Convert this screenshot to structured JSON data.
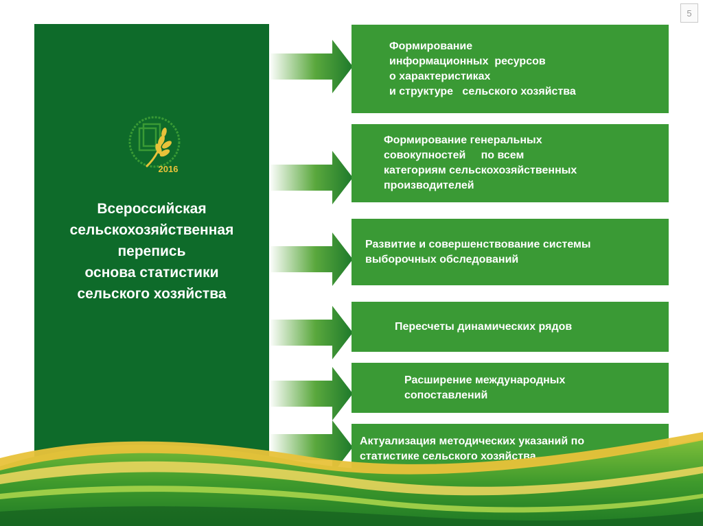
{
  "slide": {
    "page_number": "5",
    "main_title_lines": [
      "Всероссийская",
      "сельскохозяйственная",
      "перепись",
      "основа статистики",
      "сельского хозяйства"
    ],
    "logo_year": "2016",
    "boxes": [
      {
        "text": "Формирование\nинформационных  ресурсов\nо характеристиках\nи структуре   сельского хозяйства"
      },
      {
        "text": "Формирование генеральных\nсовокупностей     по всем\nкатегориям сельскохозяйственных\nпроизводителей"
      },
      {
        "text": "Развитие и совершенствование системы\nвыборочных обследований"
      },
      {
        "text": "Пересчеты динамических рядов"
      },
      {
        "text": "Расширение международных\nсопоставлений"
      },
      {
        "text": "Актуализация методических указаний по\nстатистике сельского хозяйства"
      }
    ],
    "colors": {
      "dark_green": "#0e6b2a",
      "box_green": "#3a9a35",
      "accent_yellow": "#e8c23a"
    }
  }
}
